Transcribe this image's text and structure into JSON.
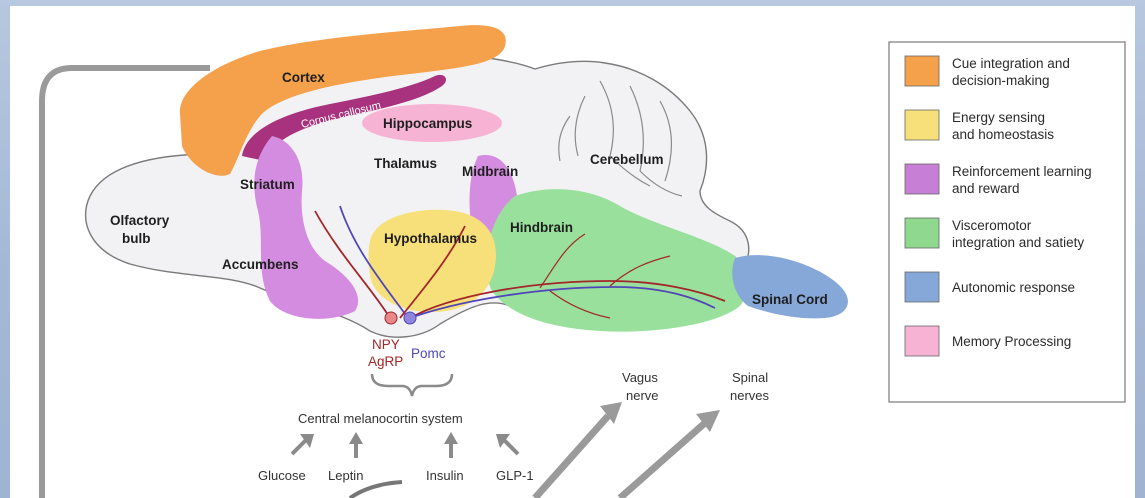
{
  "regions": {
    "cortex": "Cortex",
    "corpus_callosum": "Corpus callosum",
    "hippocampus": "Hippocampus",
    "thalamus": "Thalamus",
    "midbrain": "Midbrain",
    "cerebellum": "Cerebellum",
    "striatum": "Striatum",
    "olfactory_bulb": [
      "Olfactory",
      "bulb"
    ],
    "hypothalamus": "Hypothalamus",
    "hindbrain": "Hindbrain",
    "accumbens": "Accumbens",
    "spinal_cord": "Spinal Cord"
  },
  "neurons": {
    "npy": "NPY",
    "agrp": "AgRP",
    "pomc": "Pomc"
  },
  "system_label": "Central melanocortin system",
  "inputs": [
    "Glucose",
    "Leptin",
    "Insulin",
    "GLP-1"
  ],
  "nerves": {
    "vagus": [
      "Vagus",
      "nerve"
    ],
    "spinal": [
      "Spinal",
      "nerves"
    ]
  },
  "legend": [
    {
      "color": "#f5a04a",
      "lines": [
        "Cue integration and",
        "decision-making"
      ]
    },
    {
      "color": "#f7e07a",
      "lines": [
        "Energy sensing",
        "and homeostasis"
      ]
    },
    {
      "color": "#c77fd6",
      "lines": [
        "Reinforcement learning",
        "and reward"
      ]
    },
    {
      "color": "#8fd98f",
      "lines": [
        "Visceromotor",
        "integration and satiety"
      ]
    },
    {
      "color": "#86a8d8",
      "lines": [
        "Autonomic response"
      ]
    },
    {
      "color": "#f7b3d3",
      "lines": [
        "Memory Processing"
      ]
    }
  ],
  "colors": {
    "cortex": "#f5a04a",
    "energy": "#f7e07a",
    "reward": "#d48ce0",
    "visceromotor": "#98e09c",
    "autonomic": "#86a8d8",
    "memory": "#f7b3d3",
    "corpus_callosum": "#a8327d",
    "npy_line": "#a3262a",
    "pomc_line": "#5046b8"
  }
}
